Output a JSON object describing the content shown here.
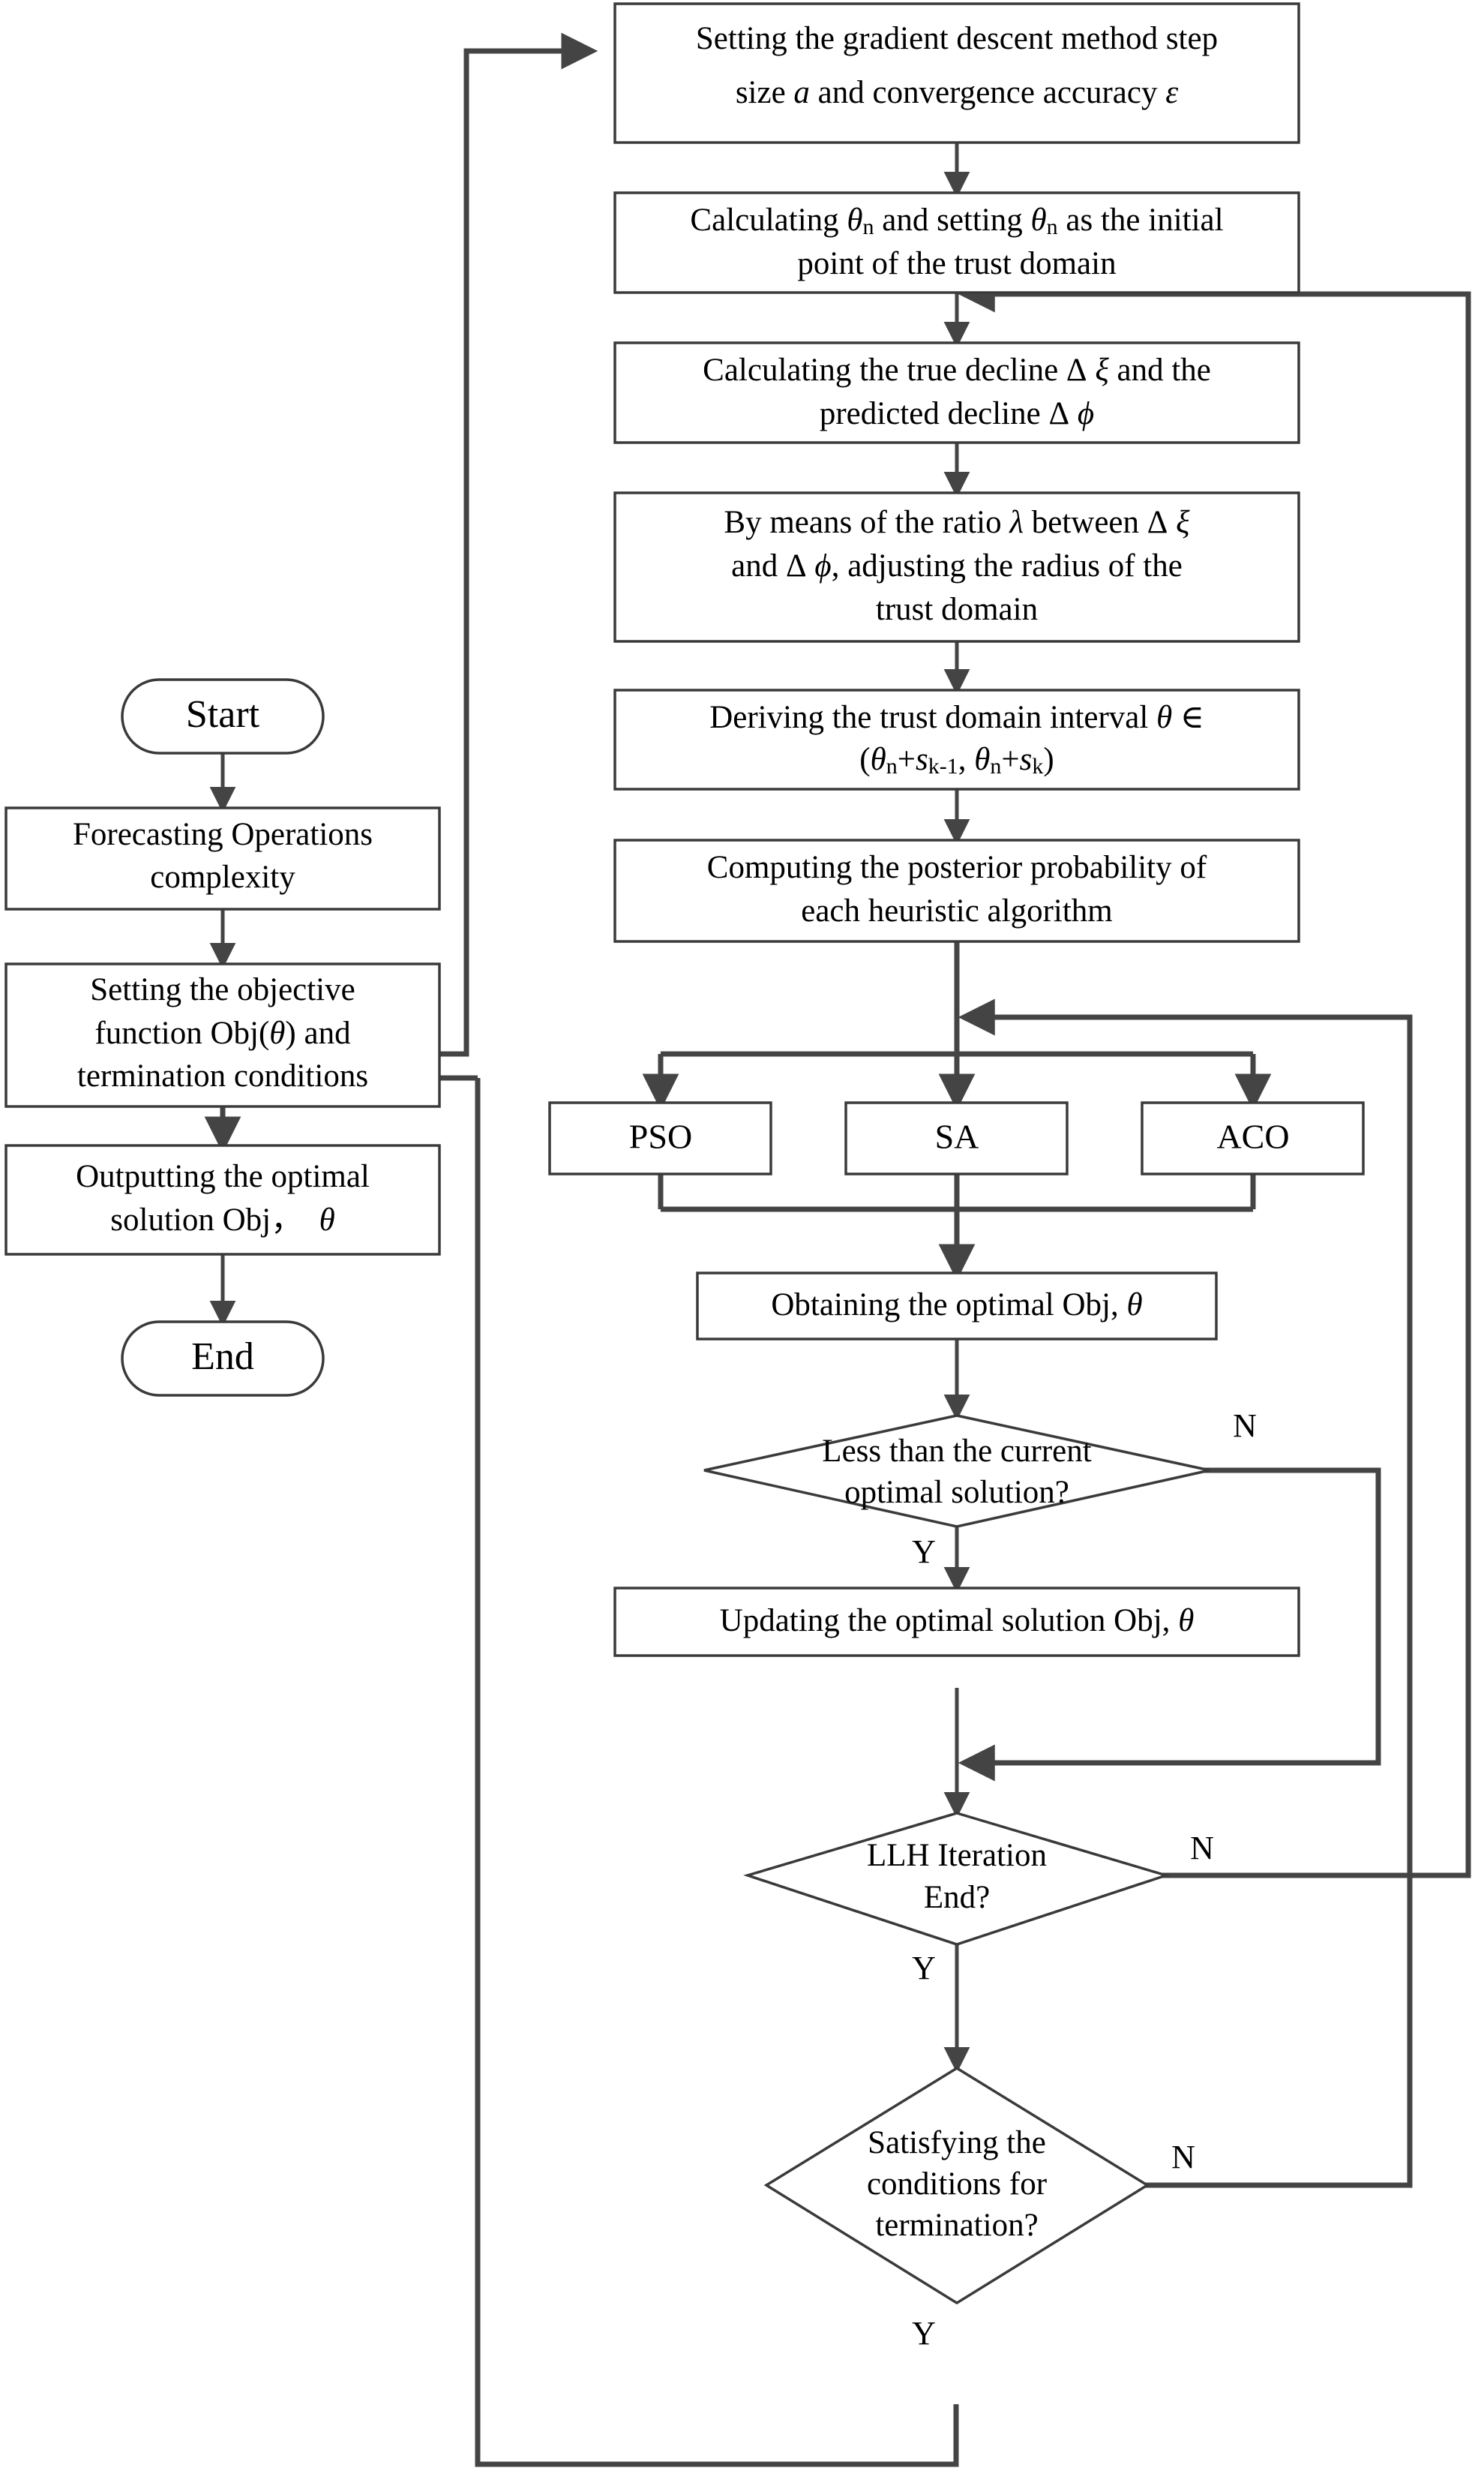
{
  "diagram": {
    "title": "Hyper-heuristic trust domain optimization flowchart",
    "stroke_color": "#444444",
    "node_border_color": "#3a3a3a",
    "background": "#ffffff"
  },
  "nodes": {
    "start": {
      "label": "Start",
      "type": "terminator"
    },
    "forecast": {
      "line1": "Forecasting Operations",
      "line2": "complexity",
      "type": "process"
    },
    "objective": {
      "line1": "Setting the objective",
      "line2_a": "function Obj(",
      "line2_theta": "θ",
      "line2_b": ") and",
      "line3": "termination conditions",
      "type": "process"
    },
    "output": {
      "line1": "Outputting the optimal",
      "line2_a": "solution Obj，",
      "line2_theta": "θ",
      "type": "process"
    },
    "end": {
      "label": "End",
      "type": "terminator"
    },
    "step_size": {
      "line1_a": "Setting the gradient descent method step",
      "line2_a": "size ",
      "line2_alpha": "a",
      "line2_b": " and convergence accuracy  ",
      "line2_eps": "ε",
      "type": "process"
    },
    "init_point": {
      "line1_a": "Calculating ",
      "line1_theta": "θ",
      "line1_sub1": "n",
      "line1_b": " and setting ",
      "line1_theta2": "θ",
      "line1_sub2": "n",
      "line1_c": " as the initial",
      "line2": "point of the trust domain",
      "type": "process"
    },
    "declines": {
      "line1_a": "Calculating the true decline ",
      "line1_delta": "Δ",
      "line1_xi": "ξ",
      "line1_b": " and the",
      "line2_a": "predicted decline ",
      "line2_delta": "Δ",
      "line2_phi": "ϕ",
      "type": "process"
    },
    "ratio": {
      "line1_a": "By means of the ratio ",
      "line1_lambda": "λ",
      "line1_b": " between ",
      "line1_delta": "Δ",
      "line1_xi": "ξ",
      "line2_a": "and ",
      "line2_delta": "Δ",
      "line2_phi": "ϕ",
      "line2_b": ", adjusting the radius of the",
      "line3": "trust domain",
      "type": "process"
    },
    "interval": {
      "line1_a": "Deriving the trust domain interval ",
      "line1_theta": "θ",
      "line1_in": "∈",
      "line2": "(θn+sk-1, θn+sk)",
      "type": "process"
    },
    "posterior": {
      "line1": "Computing the posterior probability of",
      "line2": "each heuristic algorithm",
      "type": "process"
    },
    "pso": {
      "label": "PSO",
      "type": "process"
    },
    "sa": {
      "label": "SA",
      "type": "process"
    },
    "aco": {
      "label": "ACO",
      "type": "process"
    },
    "obtain": {
      "line1_a": "Obtaining the optimal Obj, ",
      "line1_theta": "θ",
      "type": "process"
    },
    "less_than": {
      "line1": "Less than the current",
      "line2": "optimal solution?",
      "type": "decision"
    },
    "updating": {
      "line1_a": "Updating the optimal solution Obj, ",
      "line1_theta": "θ",
      "type": "process"
    },
    "llh": {
      "line1": "LLH Iteration",
      "line2": "End?",
      "type": "decision"
    },
    "satisfy": {
      "line1": "Satisfying the",
      "line2": "conditions for",
      "line3": "termination?",
      "type": "decision"
    }
  },
  "edge_labels": {
    "less_than_no": "N",
    "less_than_yes": "Y",
    "llh_no": "N",
    "llh_yes": "Y",
    "satisfy_no": "N",
    "satisfy_yes": "Y"
  }
}
